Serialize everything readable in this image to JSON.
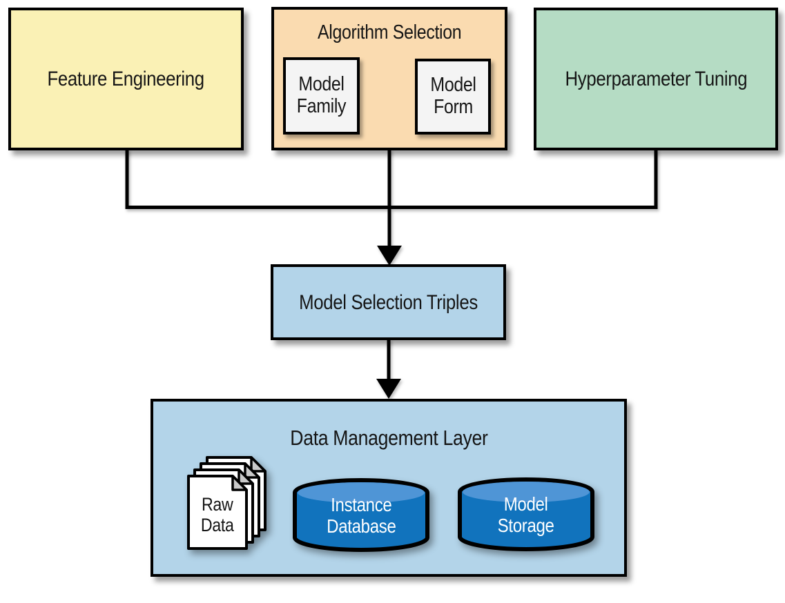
{
  "colors": {
    "canvas": "#ffffff",
    "text": "#151515",
    "white": "#ffffff",
    "stroke": "#000000",
    "yellow": "#faf1b5",
    "peach": "#fadbb0",
    "green": "#b5dcc4",
    "blue": "#b3d4e9",
    "inner": "#f4f4f4",
    "dbbody": "#1173bd",
    "dbtop": "#4f95d6",
    "page": "#ffffff",
    "fold": "#c9c9c9"
  },
  "diagram": {
    "feature_engineering": "Feature Engineering",
    "algorithm_selection_title": "Algorithm Selection",
    "model_family": "Model\nFamily",
    "model_form": "Model\nForm",
    "hyperparameter_tuning": "Hyperparameter Tuning",
    "model_selection_triples": "Model Selection Triples",
    "data_management_layer_title": "Data Management Layer",
    "raw_data": "Raw\nData",
    "instance_database": "Instance\nDatabase",
    "model_storage": "Model\nStorage"
  }
}
